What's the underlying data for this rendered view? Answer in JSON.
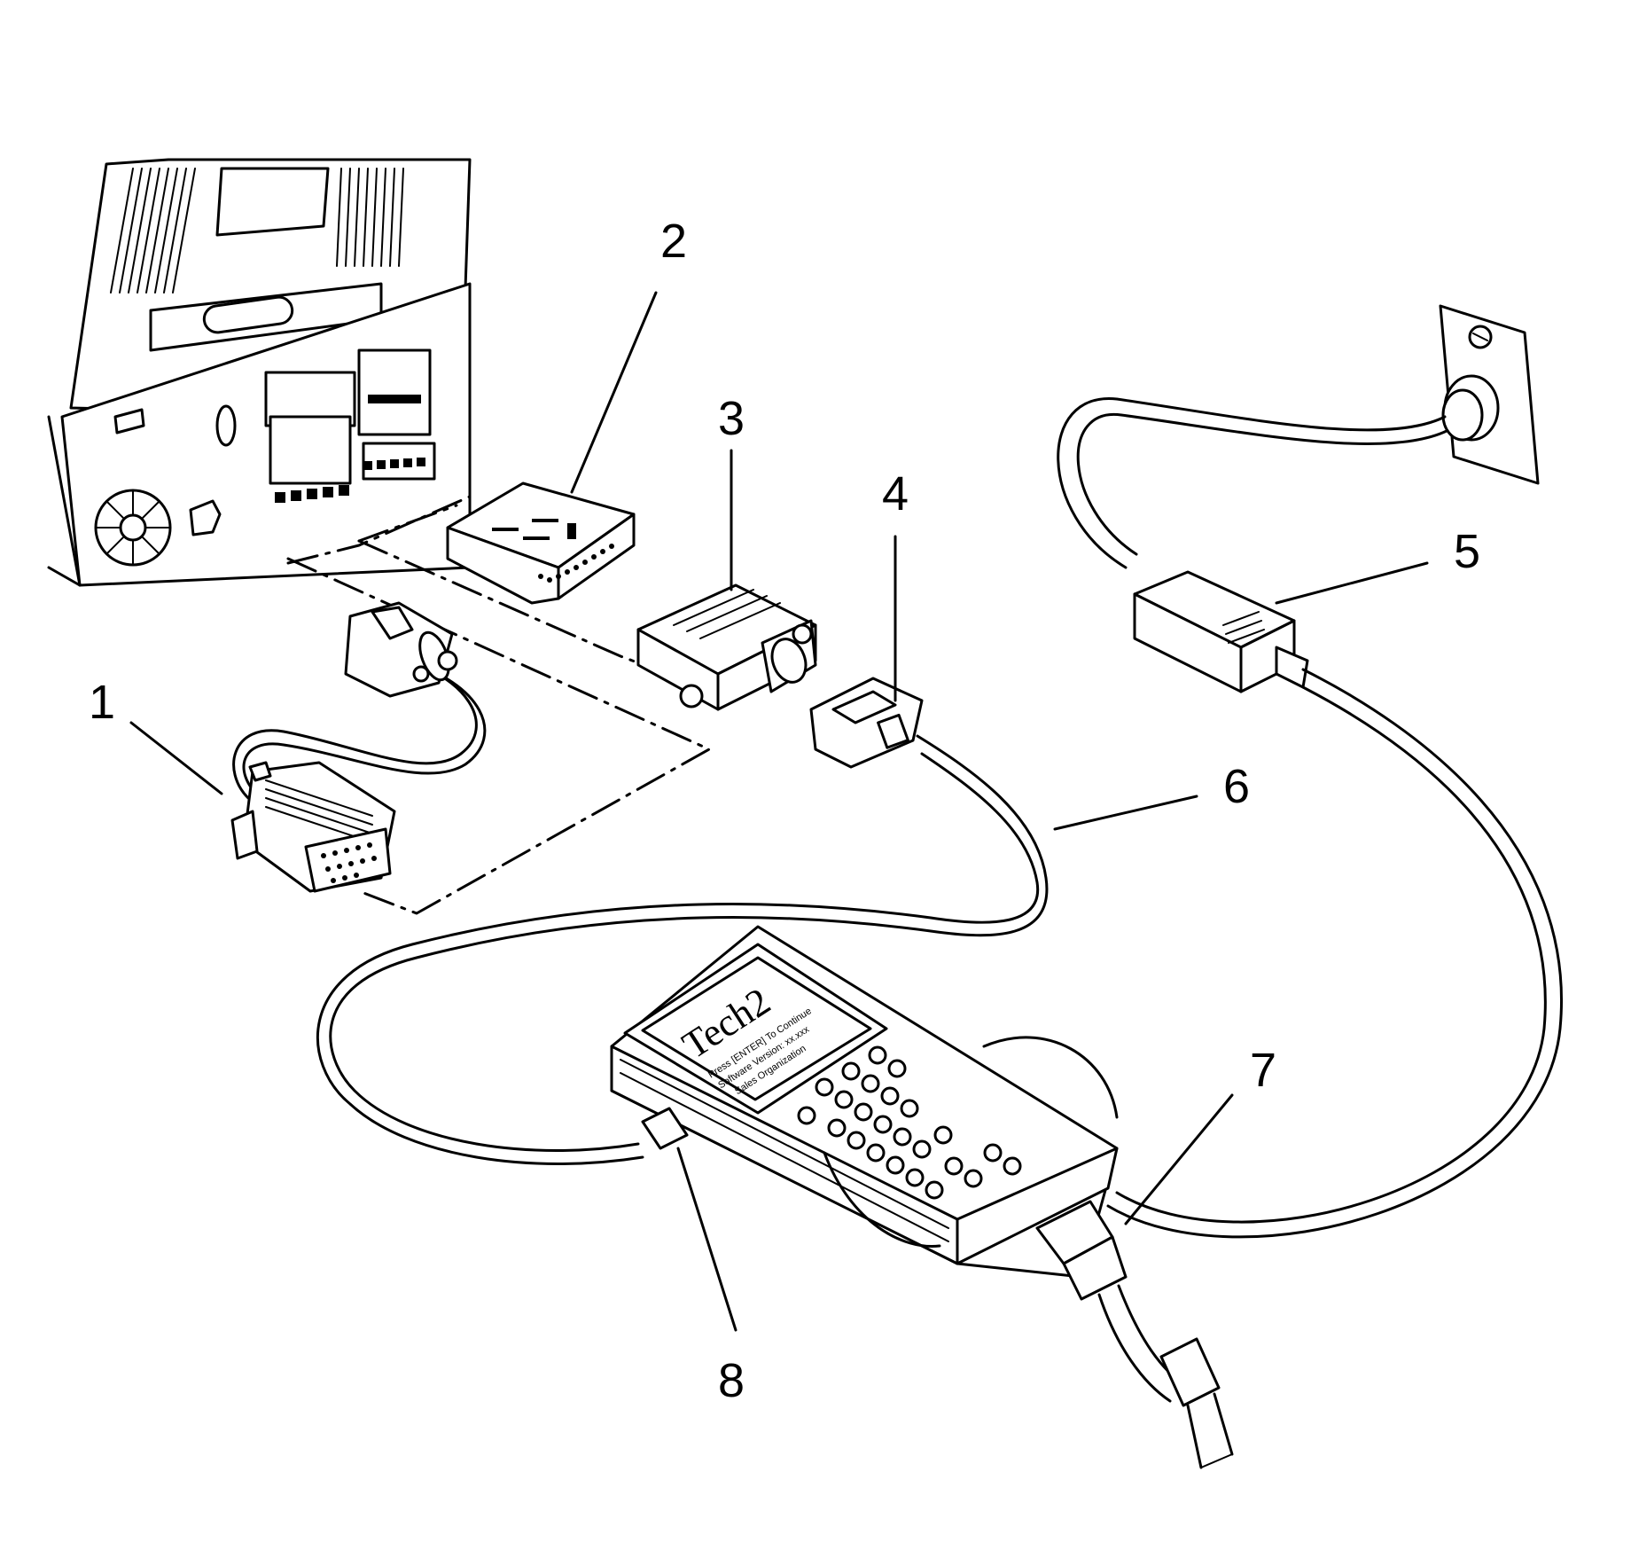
{
  "callouts": [
    {
      "id": "1",
      "label": "1"
    },
    {
      "id": "2",
      "label": "2"
    },
    {
      "id": "3",
      "label": "3"
    },
    {
      "id": "4",
      "label": "4"
    },
    {
      "id": "5",
      "label": "5"
    },
    {
      "id": "6",
      "label": "6"
    },
    {
      "id": "7",
      "label": "7"
    },
    {
      "id": "8",
      "label": "8"
    }
  ],
  "tech2_screen": {
    "title": "Tech2",
    "line1": "Press [ENTER] To Continue",
    "line2": "Software Version: xx.xxx",
    "line3": "Sales Organization"
  }
}
